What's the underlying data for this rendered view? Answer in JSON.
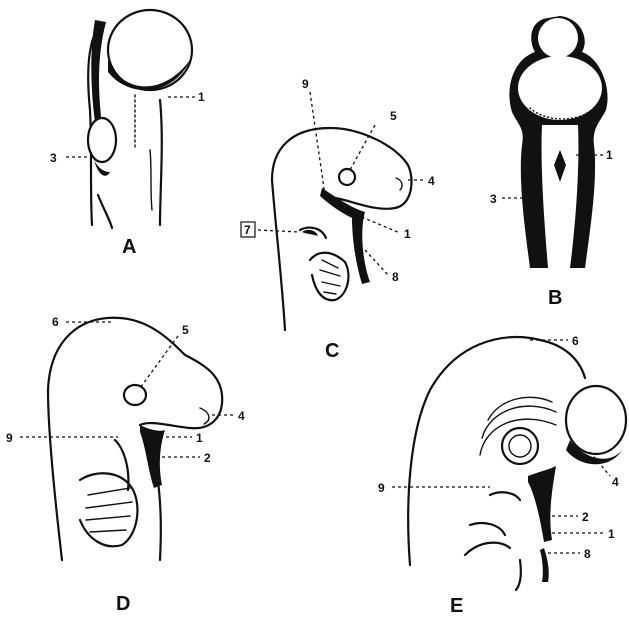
{
  "panels": {
    "A": {
      "letter": "A",
      "labels": [
        "1",
        "3"
      ]
    },
    "B": {
      "letter": "B",
      "labels": [
        "1",
        "3"
      ]
    },
    "C": {
      "letter": "C",
      "labels": [
        "9",
        "5",
        "4",
        "1",
        "8",
        "7"
      ]
    },
    "D": {
      "letter": "D",
      "labels": [
        "6",
        "5",
        "4",
        "9",
        "1",
        "2"
      ]
    },
    "E": {
      "letter": "E",
      "labels": [
        "6",
        "4",
        "9",
        "2",
        "1",
        "8"
      ]
    }
  },
  "colors": {
    "ink": "#111111",
    "paper": "#ffffff"
  }
}
